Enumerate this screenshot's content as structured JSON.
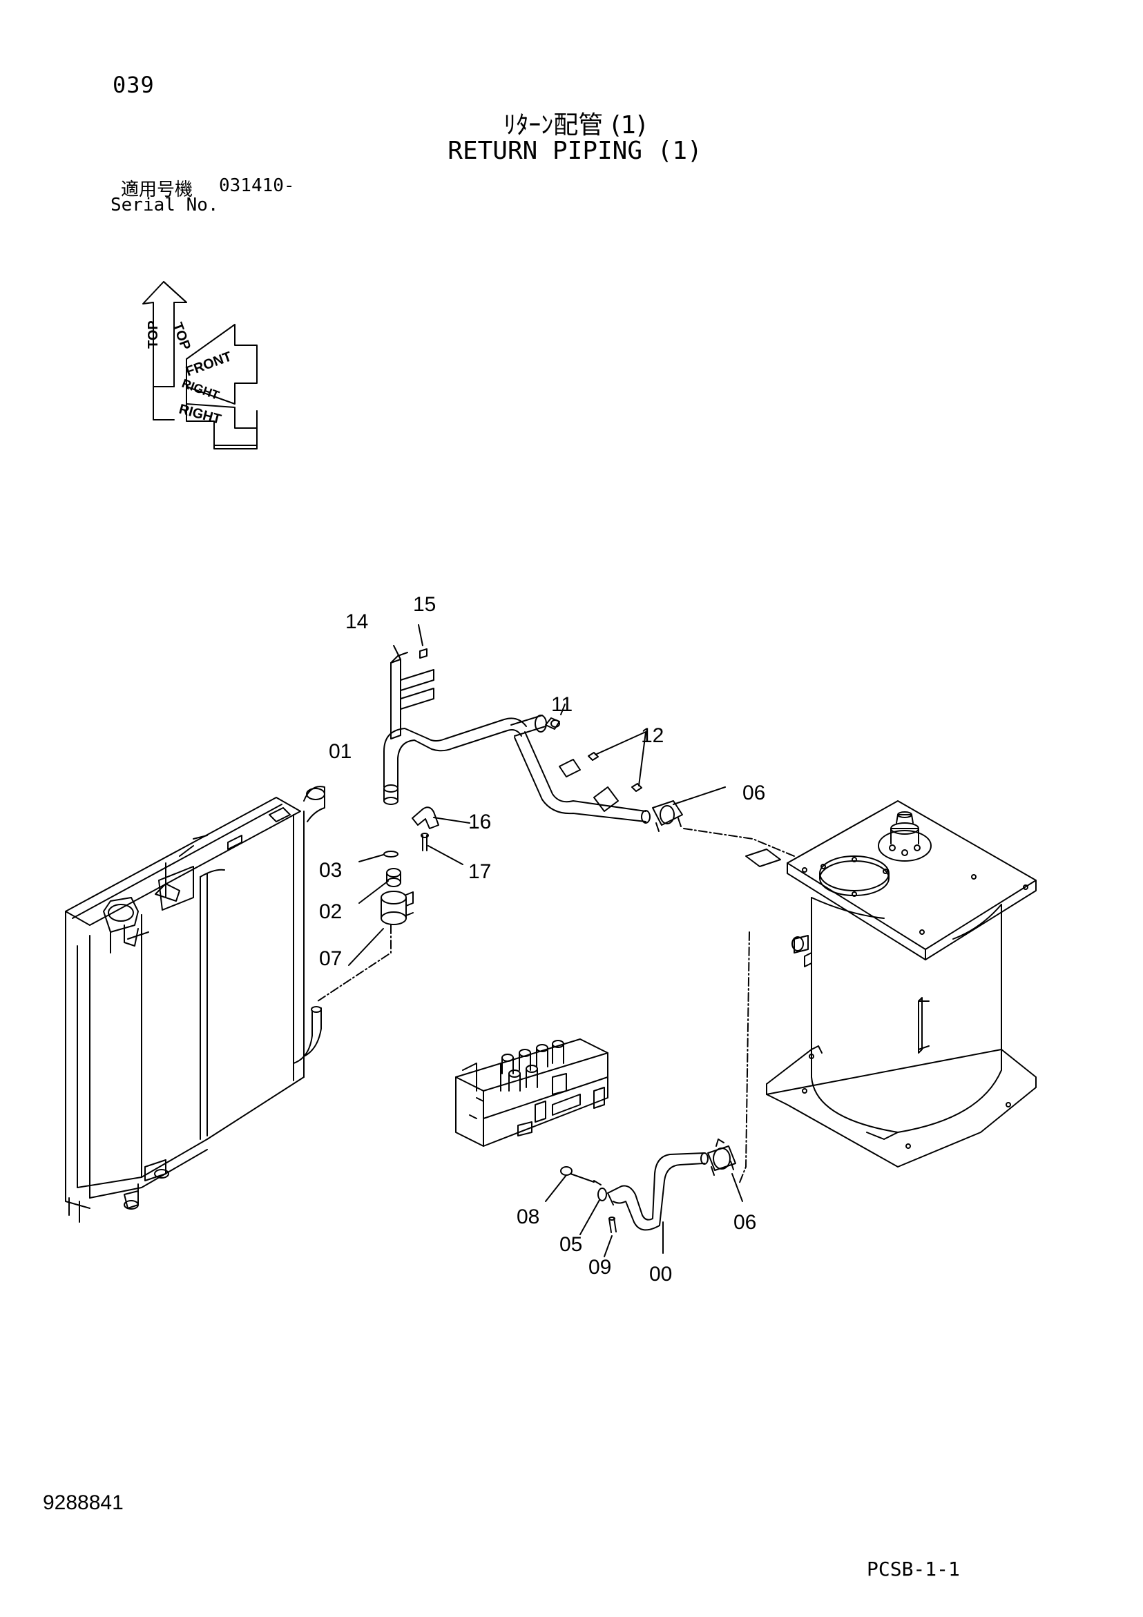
{
  "header": {
    "page_number": "039",
    "title_jp": "ﾘﾀｰﾝ配管 (1)",
    "title_en": "RETURN PIPING (1)",
    "serial_label_jp": "適用号機",
    "serial_value": "031410-",
    "serial_label_en": "Serial No."
  },
  "orientation": {
    "labels": [
      "TOP",
      "TOP",
      "FRONT",
      "RIGHT",
      "RIGHT"
    ]
  },
  "callouts": [
    "15",
    "14",
    "11",
    "01",
    "12",
    "06",
    "16",
    "03",
    "17",
    "02",
    "07",
    "08",
    "05",
    "09",
    "00",
    "06"
  ],
  "footer": {
    "document_number": "9288841",
    "page_code": "PCSB-1-1"
  }
}
